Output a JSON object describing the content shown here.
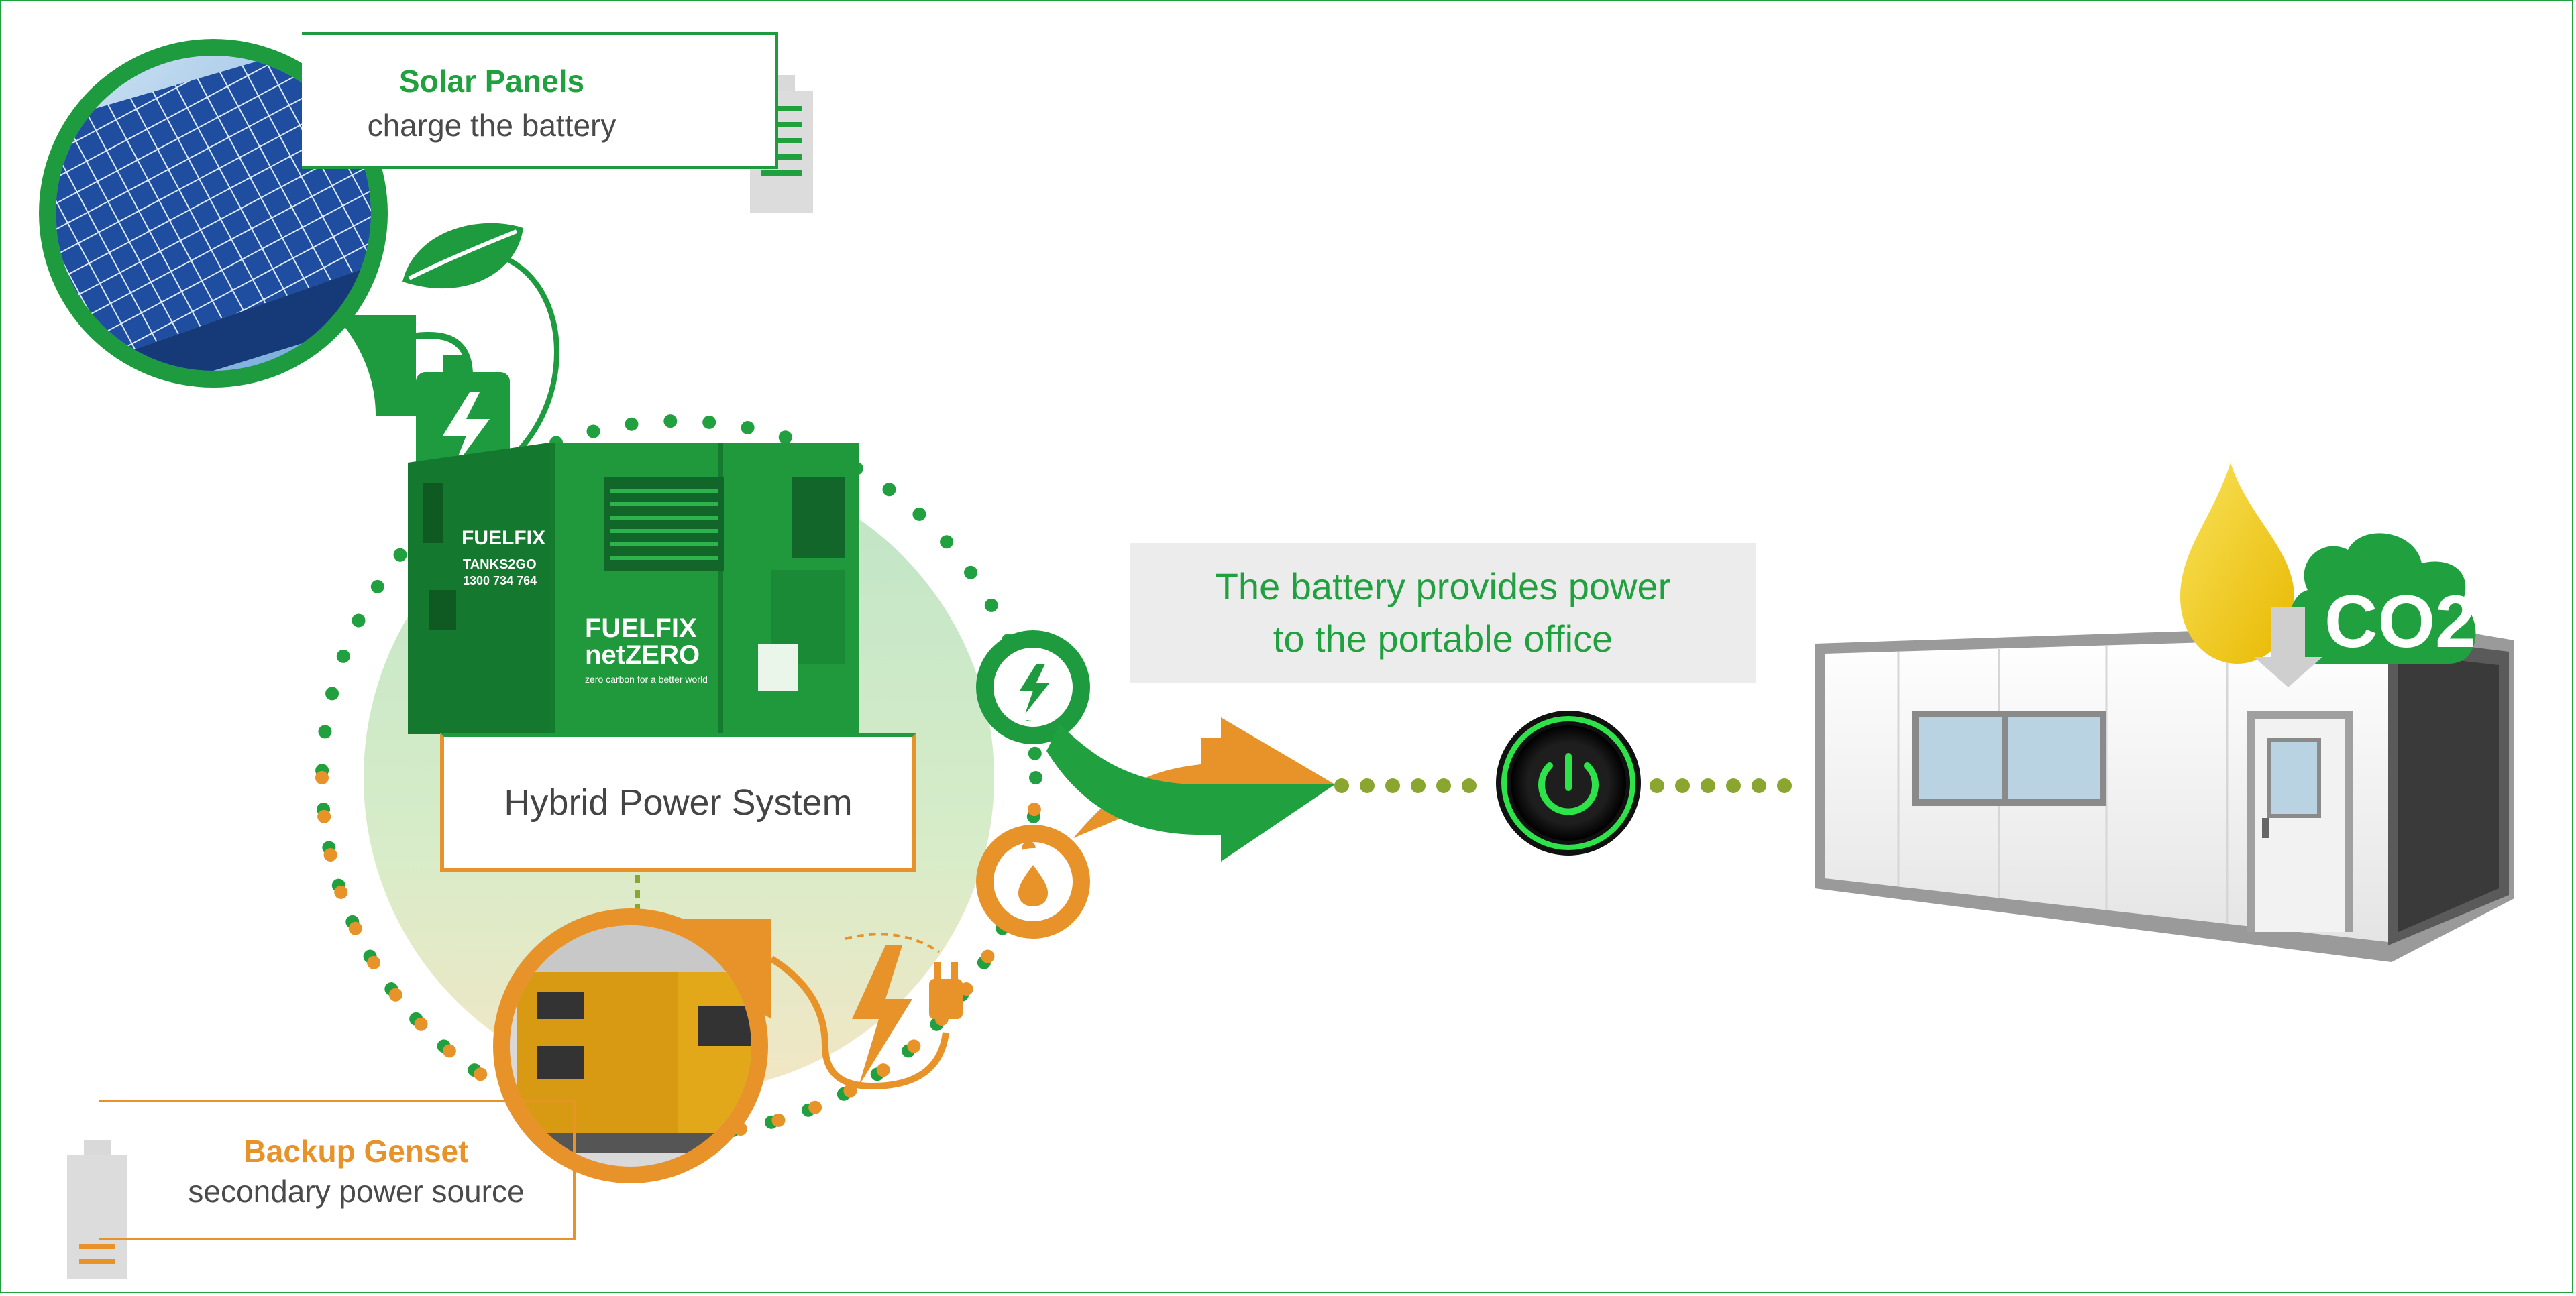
{
  "solar": {
    "title": "Solar Panels",
    "subtitle": "charge the battery"
  },
  "hybrid": {
    "label": "Hybrid Power System"
  },
  "genset": {
    "title": "Backup Genset",
    "subtitle": "secondary power source"
  },
  "provides": {
    "line1": "The battery provides power",
    "line2": "to the portable office"
  },
  "unit_branding": {
    "brand": "FUELFIX",
    "sub_brand": "netZERO",
    "tagline": "zero carbon for a better world",
    "product": "TANKS2GO",
    "phone": "1300 734 764"
  },
  "co2_badge": "CO2",
  "colors": {
    "green": "#21a040",
    "dark_green": "#1f9b3f",
    "orange": "#e8922a",
    "grey_panel": "#ececec",
    "yellow_drop": "#f2c500"
  },
  "icons": [
    "solar-panel-photo",
    "leaf-icon",
    "battery-charge-icon",
    "lightning-icon",
    "fuel-drop-icon",
    "power-button-icon",
    "plug-icon",
    "co2-cloud-icon",
    "battery-level-icon"
  ]
}
